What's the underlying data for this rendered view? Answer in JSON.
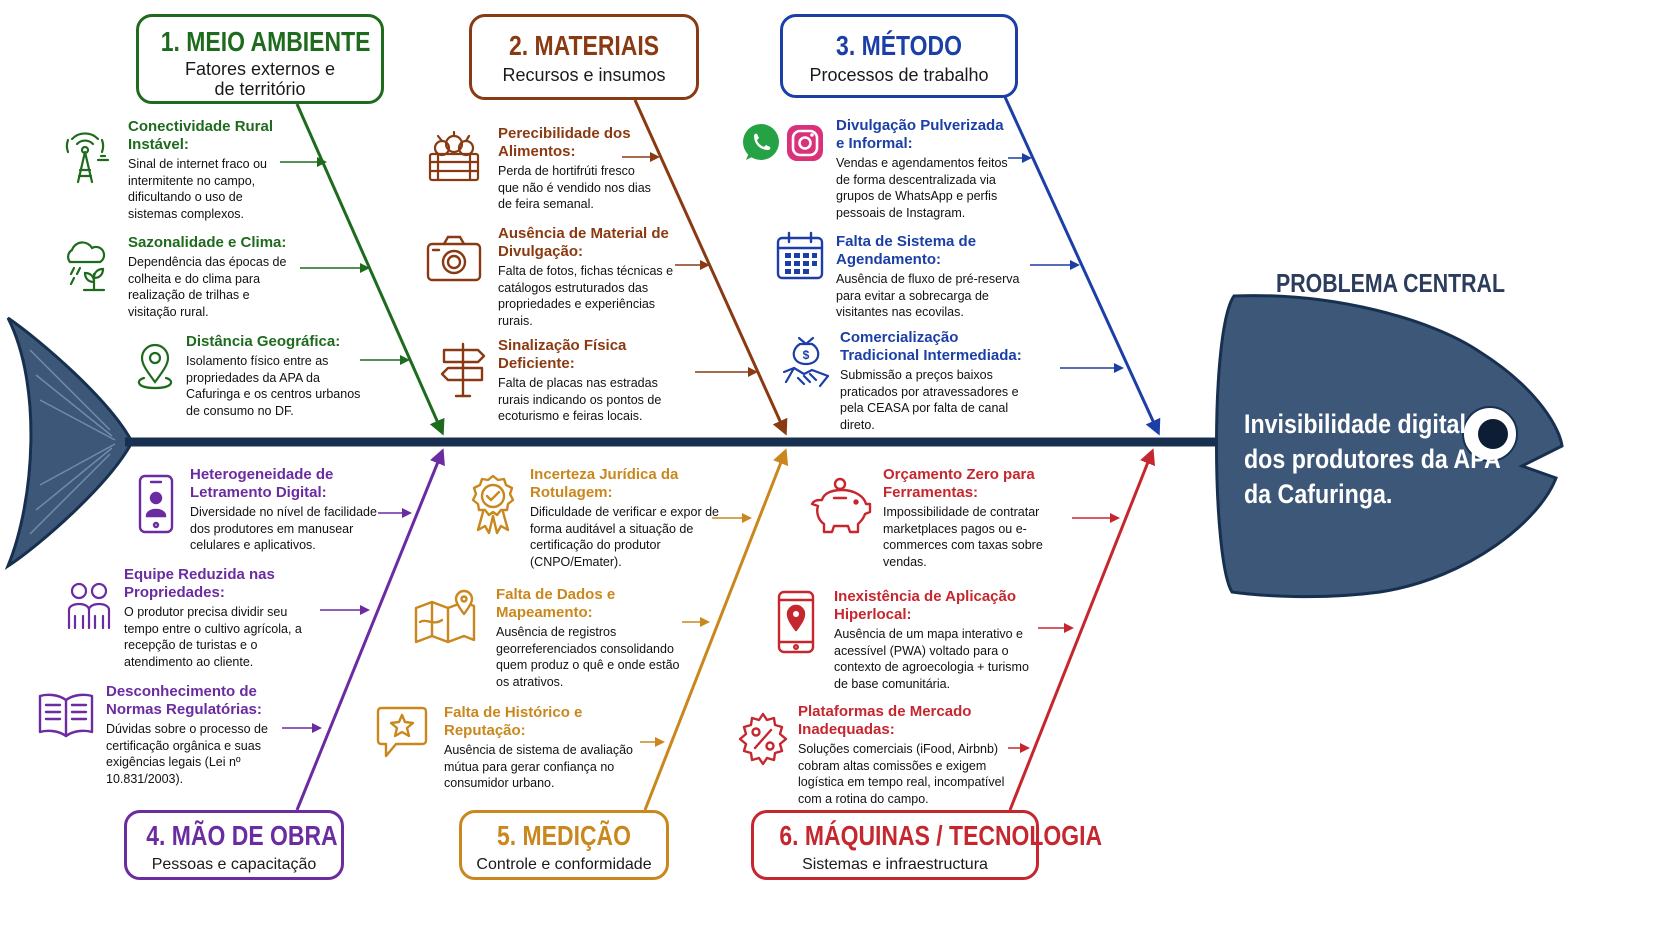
{
  "colors": {
    "spine": "#18304f",
    "fish_fill": "#3d5779",
    "fish_stroke": "#18304f",
    "meio_ambiente": "#1e6b1e",
    "materiais": "#8a3a12",
    "metodo": "#1b3fa6",
    "mao_de_obra": "#6b2ba1",
    "medicao": "#c9871d",
    "maquinas": "#c6262e"
  },
  "head": {
    "label": "PROBLEMA CENTRAL",
    "problem": "Invisibilidade digital dos produtores da APA da Cafuringa."
  },
  "categories": {
    "meio_ambiente": {
      "title": "1. MEIO AMBIENTE",
      "subtitle": "Fatores externos e de território",
      "causes": [
        {
          "title": "Conectividade Rural Instável:",
          "text": "Sinal de internet fraco ou intermitente no campo, dificultando o uso de sistemas complexos.",
          "icon": "antenna-icon"
        },
        {
          "title": "Sazonalidade e Clima:",
          "text": "Dependência das épocas de colheita e do clima para realização de trilhas e visitação rural.",
          "icon": "cloud-rain-plant-icon"
        },
        {
          "title": "Distância Geográfica:",
          "text": "Isolamento físico entre as propriedades da APA da Cafuringa e os centros urbanos de consumo no DF.",
          "icon": "map-pin-icon"
        }
      ]
    },
    "materiais": {
      "title": "2. MATERIAIS",
      "subtitle": "Recursos e insumos",
      "causes": [
        {
          "title": "Perecibilidade dos Alimentos:",
          "text": "Perda de hortifrúti fresco que não é vendido nos dias de feira semanal.",
          "icon": "produce-crate-icon"
        },
        {
          "title": "Ausência de Material de Divulgação:",
          "text": "Falta de fotos, fichas técnicas e catálogos estruturados das propriedades e experiências rurais.",
          "icon": "camera-icon"
        },
        {
          "title": "Sinalização Física Deficiente:",
          "text": "Falta de placas nas estradas rurais indicando os pontos de ecoturismo e feiras locais.",
          "icon": "signpost-icon"
        }
      ]
    },
    "metodo": {
      "title": "3. MÉTODO",
      "subtitle": "Processos de trabalho",
      "causes": [
        {
          "title": "Divulgação Pulverizada e Informal:",
          "text": "Vendas e agendamentos feitos de forma descentralizada via grupos de WhatsApp e perfis pessoais de Instagram.",
          "icon": "whatsapp-instagram-icon"
        },
        {
          "title": "Falta de Sistema de Agendamento:",
          "text": "Ausência de fluxo de pré-reserva para evitar a sobrecarga de visitantes nas ecovilas.",
          "icon": "calendar-icon"
        },
        {
          "title": "Comercialização Tradicional Intermediada:",
          "text": "Submissão a preços baixos praticados por atravessadores e pela CEASA por falta de canal direto.",
          "icon": "money-handshake-icon"
        }
      ]
    },
    "mao_de_obra": {
      "title": "4. MÃO DE OBRA",
      "subtitle": "Pessoas e capacitação",
      "causes": [
        {
          "title": "Heterogeneidade de Letramento Digital:",
          "text": "Diversidade no nível de facilidade dos produtores em manusear celulares e aplicativos.",
          "icon": "smartphone-user-icon"
        },
        {
          "title": "Equipe Reduzida nas Propriedades:",
          "text": "O produtor precisa dividir seu tempo entre o cultivo agrícola, a recepção de turistas e o atendimento ao cliente.",
          "icon": "people-icon"
        },
        {
          "title": "Desconhecimento de Normas Regulatórias:",
          "text": "Dúvidas sobre o processo de certificação orgânica e suas exigências legais (Lei nº 10.831/2003).",
          "icon": "open-book-icon"
        }
      ]
    },
    "medicao": {
      "title": "5. MEDIÇÃO",
      "subtitle": "Controle e conformidade",
      "causes": [
        {
          "title": "Incerteza Jurídica da Rotulagem:",
          "text": "Dificuldade de verificar e expor de forma auditável a situação de certificação do produtor (CNPO/Emater).",
          "icon": "certified-badge-icon"
        },
        {
          "title": "Falta de Dados e Mapeamento:",
          "text": "Ausência de registros georreferenciados consolidando quem produz o quê e onde estão os atrativos.",
          "icon": "folded-map-icon"
        },
        {
          "title": "Falta de Histórico e Reputação:",
          "text": "Ausência de sistema de avaliação mútua para gerar confiança no consumidor urbano.",
          "icon": "star-chat-icon"
        }
      ]
    },
    "maquinas": {
      "title": "6. MÁQUINAS / TECNOLOGIA",
      "subtitle": "Sistemas e infraestructura",
      "causes": [
        {
          "title": "Orçamento Zero para Ferramentas:",
          "text": "Impossibilidade de contratar marketplaces pagos ou e-commerces com taxas sobre vendas.",
          "icon": "piggy-bank-icon"
        },
        {
          "title": "Inexistência de Aplicação Hiperlocal:",
          "text": "Ausência de um mapa interativo e acessível (PWA) voltado para o contexto de agroecologia + turismo de base comunitária.",
          "icon": "phone-location-icon"
        },
        {
          "title": "Plataformas de Mercado Inadequadas:",
          "text": "Soluções comerciais (iFood, Airbnb) cobram altas comissões e exigem logística em tempo real, incompatível com a rotina do campo.",
          "icon": "percent-gear-icon"
        }
      ]
    }
  }
}
